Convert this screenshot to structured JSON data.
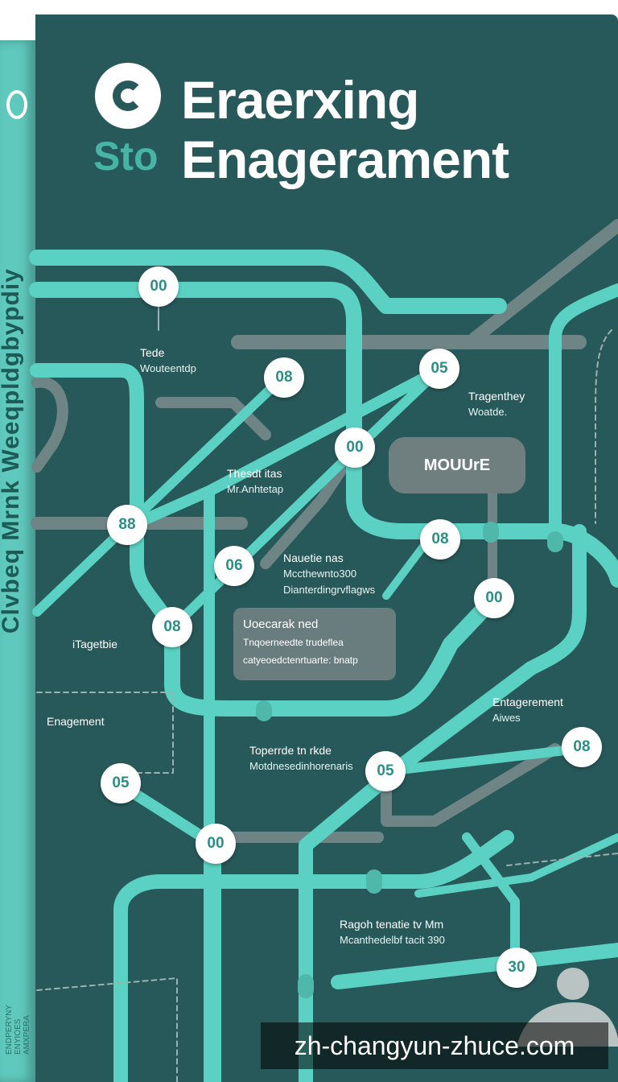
{
  "spine": {
    "title": "Clvbeq Mrnk Weeqpldgbypdiy",
    "sub": [
      "ENDPERYNY",
      "ENYIOES",
      "AMXPERA"
    ]
  },
  "cover": {
    "title_line1": "Eraerxing",
    "title_line2_accent": "Sto",
    "title_line2": "Enagerament"
  },
  "nodes": [
    {
      "label": "00"
    },
    {
      "label": "08"
    },
    {
      "label": "05"
    },
    {
      "label": "00"
    },
    {
      "label": "88"
    },
    {
      "label": "08"
    },
    {
      "label": "06"
    },
    {
      "label": "08"
    },
    {
      "label": "00"
    },
    {
      "label": "05"
    },
    {
      "label": "05"
    },
    {
      "label": "00"
    },
    {
      "label": "08"
    },
    {
      "label": "30"
    }
  ],
  "labels": {
    "tede": {
      "l1": "Tede",
      "l2": "Wouteentdp"
    },
    "thesis": {
      "l1": "Thesdt itas",
      "l2": "Mr.Anhtetap"
    },
    "tragenthey": {
      "l1": "Tragenthey",
      "l2": "Woatde."
    },
    "nauetic": {
      "l1": "Nauetie nas",
      "l2": "Mccthewnto300",
      "l3": "Dianterdingrvflagws"
    },
    "itagetbie": {
      "l1": "iTagetbie"
    },
    "engagement_left": {
      "l1": "Enagement"
    },
    "engagement_right": {
      "l1": "Entagerement",
      "l2": "Aiwes"
    },
    "toperrde": {
      "l1": "Toperrde tn rkde",
      "l2": "Motdnesedinhorenaris"
    },
    "pagoh": {
      "l1": "Ragoh tenatie tv Mm",
      "l2": "Mcanthedelbf tacit 390"
    }
  },
  "box_mouure": "MOUUrE",
  "box_callout": {
    "l1": "Uoecarak ned",
    "l2": "Tnqoerneedte trudeflea",
    "l3": "catyeoedctenrtuarte: bnatp"
  },
  "watermark": "zh-changyun-zhuce.com",
  "colors": {
    "background": "#28595a",
    "route": "#5ad1c2",
    "route_secondary": "#7b8d8d",
    "spine": "#5fc9bd",
    "accent_text": "#46b5a5"
  }
}
